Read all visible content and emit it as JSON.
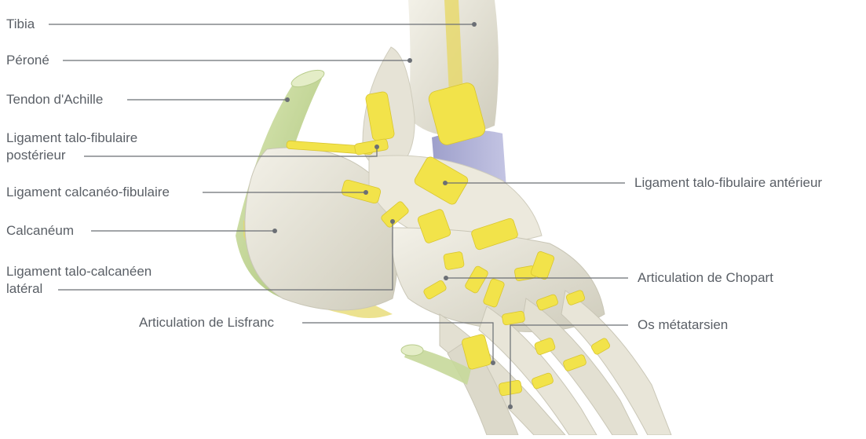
{
  "labels": {
    "tibia": "Tibia",
    "perone": "Péroné",
    "tendon_achille": "Tendon d'Achille",
    "ligament_talo_fibulaire_posterieur": [
      "Ligament talo-fibulaire",
      "postérieur"
    ],
    "ligament_calcaneo_fibulaire": "Ligament calcanéo-fibulaire",
    "calcaneum": "Calcanéum",
    "ligament_talo_calcaneen_lateral": [
      "Ligament talo-calcanéen",
      "latéral"
    ],
    "articulation_lisfranc": "Articulation de Lisfranc",
    "ligament_talo_fibulaire_anterieur": "Ligament talo-fibulaire antérieur",
    "articulation_chopart": "Articulation de Chopart",
    "os_metatarsien": "Os métatarsien"
  },
  "colors": {
    "bone": "#e8e6da",
    "bone_shade": "#c9c6b6",
    "ligament": "#f2e34a",
    "tendon": "#b9cf85",
    "capsule": "#9b9cc9",
    "leader": "#6b6f75",
    "text": "#5a5f66"
  }
}
